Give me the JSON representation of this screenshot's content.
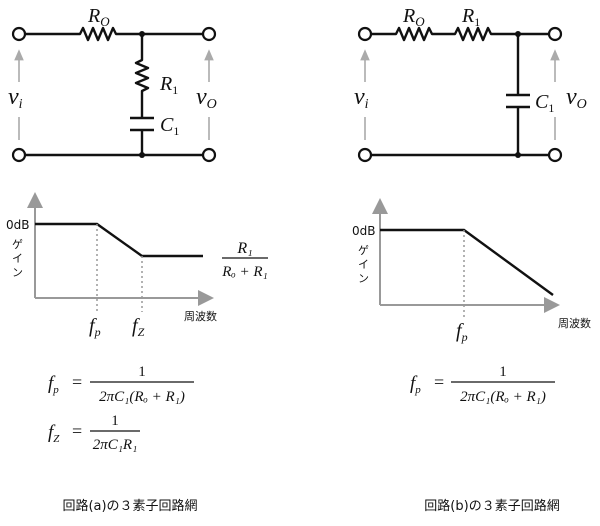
{
  "circuit_a": {
    "r0": "R",
    "r0_sub": "O",
    "r1": "R",
    "r1_sub": "1",
    "c1": "C",
    "c1_sub": "1",
    "vin": "v",
    "vin_sub": "i",
    "vout": "v",
    "vout_sub": "O"
  },
  "circuit_b": {
    "r0": "R",
    "r0_sub": "O",
    "r1": "R",
    "r1_sub": "1",
    "c1": "C",
    "c1_sub": "1",
    "vin": "v",
    "vin_sub": "i",
    "vout": "v",
    "vout_sub": "O"
  },
  "graph_a": {
    "y_tick": "0dB",
    "y_label": [
      "ゲ",
      "イ",
      "ン"
    ],
    "x_label": "周波数",
    "fp": "f",
    "fp_sub": "p",
    "fz": "f",
    "fz_sub": "Z",
    "ratio_num": "R₁",
    "ratio_den": "Rₒ + R₁"
  },
  "graph_b": {
    "y_tick": "0dB",
    "y_label": [
      "ゲ",
      "イ",
      "ン"
    ],
    "x_label": "周波数",
    "fp": "f",
    "fp_sub": "p"
  },
  "formulas_a": {
    "fp_lhs": "f",
    "fp_sub": "p",
    "fp_num": "1",
    "fp_den": "2πC₁(Rₒ + R₁)",
    "fz_lhs": "f",
    "fz_sub": "Z",
    "fz_num": "1",
    "fz_den": "2πC₁R₁",
    "eq": "="
  },
  "formulas_b": {
    "fp_lhs": "f",
    "fp_sub": "p",
    "fp_num": "1",
    "fp_den": "2πC₁(Rₒ + R₁)",
    "eq": "="
  },
  "captions": {
    "a": "回路(a)の３素子回路網",
    "b": "回路(b)の３素子回路網"
  }
}
